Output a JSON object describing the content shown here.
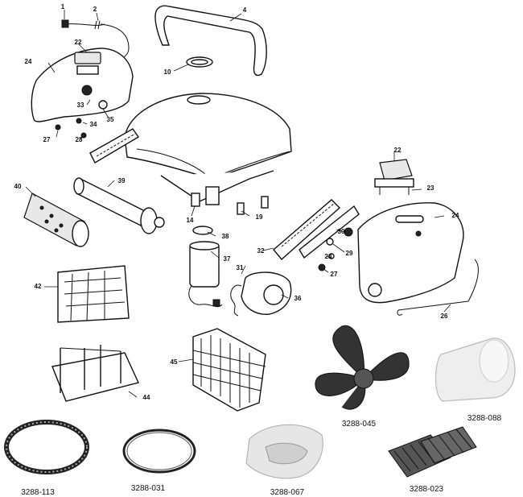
{
  "callouts": {
    "c1": "1",
    "c2": "2",
    "c4": "4",
    "c10": "10",
    "c22a": "22",
    "c24a": "24",
    "c33": "33",
    "c34": "34",
    "c35": "35",
    "c27a": "27",
    "c28a": "28",
    "c40": "40",
    "c39": "39",
    "c14": "14",
    "c19": "19",
    "c38": "38",
    "c37": "37",
    "c22b": "22",
    "c23": "23",
    "c24b": "24",
    "c30": "30",
    "c29": "29",
    "c28b": "28",
    "c27b": "27",
    "c32": "32",
    "c31": "31",
    "c36": "36",
    "c42": "42",
    "c45": "45",
    "c44": "44",
    "c26": "26"
  },
  "parts": {
    "p045": "3288-045",
    "p088": "3288-088",
    "p113": "3288-113",
    "p031": "3288-031",
    "p067": "3288-067",
    "p023": "3288-023"
  }
}
